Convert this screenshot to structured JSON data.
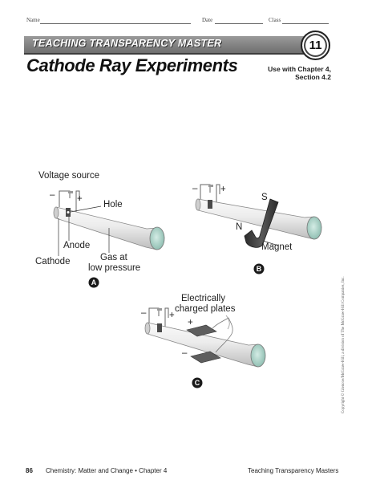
{
  "header": {
    "name_label": "Name",
    "date_label": "Date",
    "class_label": "Class"
  },
  "banner": {
    "text": "TEACHING TRANSPARENCY MASTER",
    "number": "11"
  },
  "title": "Cathode Ray Experiments",
  "use_with": {
    "line1": "Use with Chapter 4,",
    "line2": "Section 4.2"
  },
  "diagram_a": {
    "voltage_source": "Voltage source",
    "minus": "–",
    "plus": "+",
    "hole": "Hole",
    "anode": "Anode",
    "cathode": "Cathode",
    "gas_line1": "Gas at",
    "gas_line2": "low pressure",
    "marker": "A"
  },
  "diagram_b": {
    "minus": "–",
    "plus": "+",
    "s_pole": "S",
    "n_pole": "N",
    "magnet": "Magnet",
    "marker": "B"
  },
  "diagram_c": {
    "plates_line1": "Electrically",
    "plates_line2": "charged plates",
    "minus": "–",
    "plus": "+",
    "plate_plus": "+",
    "plate_minus": "–",
    "marker": "C"
  },
  "copyright": "Copyright © Glencoe/McGraw-Hill, a division of The McGraw-Hill Companies, Inc.",
  "footer": {
    "page_number": "86",
    "book": "Chemistry: Matter and Change • Chapter 4",
    "section": "Teaching Transparency Masters"
  },
  "colors": {
    "banner": "#7d7d7d",
    "tube_end": "#a8d1c6",
    "magnet": "#3a3a3a"
  }
}
